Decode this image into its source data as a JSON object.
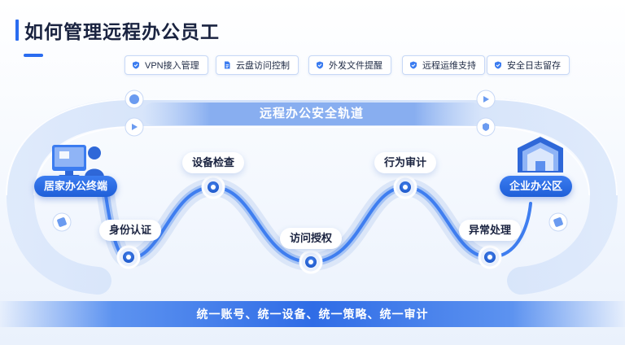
{
  "title": "如何管理远程办公员工",
  "features": [
    {
      "label": "VPN接入管理",
      "icon": "shield-check-icon"
    },
    {
      "label": "云盘访问控制",
      "icon": "document-icon"
    },
    {
      "label": "外发文件提醒",
      "icon": "shield-check-icon"
    },
    {
      "label": "远程运维支持",
      "icon": "shield-check-icon"
    },
    {
      "label": "安全日志留存",
      "icon": "shield-check-icon"
    }
  ],
  "track": {
    "title": "远程办公安全轨道"
  },
  "endpoints": {
    "start": "居家办公终端",
    "end": "企业办公区"
  },
  "steps": [
    {
      "label": "身份认证"
    },
    {
      "label": "设备检查"
    },
    {
      "label": "访问授权"
    },
    {
      "label": "行为审计"
    },
    {
      "label": "异常处理"
    }
  ],
  "footer": "统一账号、统一设备、统一策略、统一审计",
  "colors": {
    "accent": "#2a6cf0",
    "track": "#b9d0f6",
    "text": "#1a2340"
  }
}
